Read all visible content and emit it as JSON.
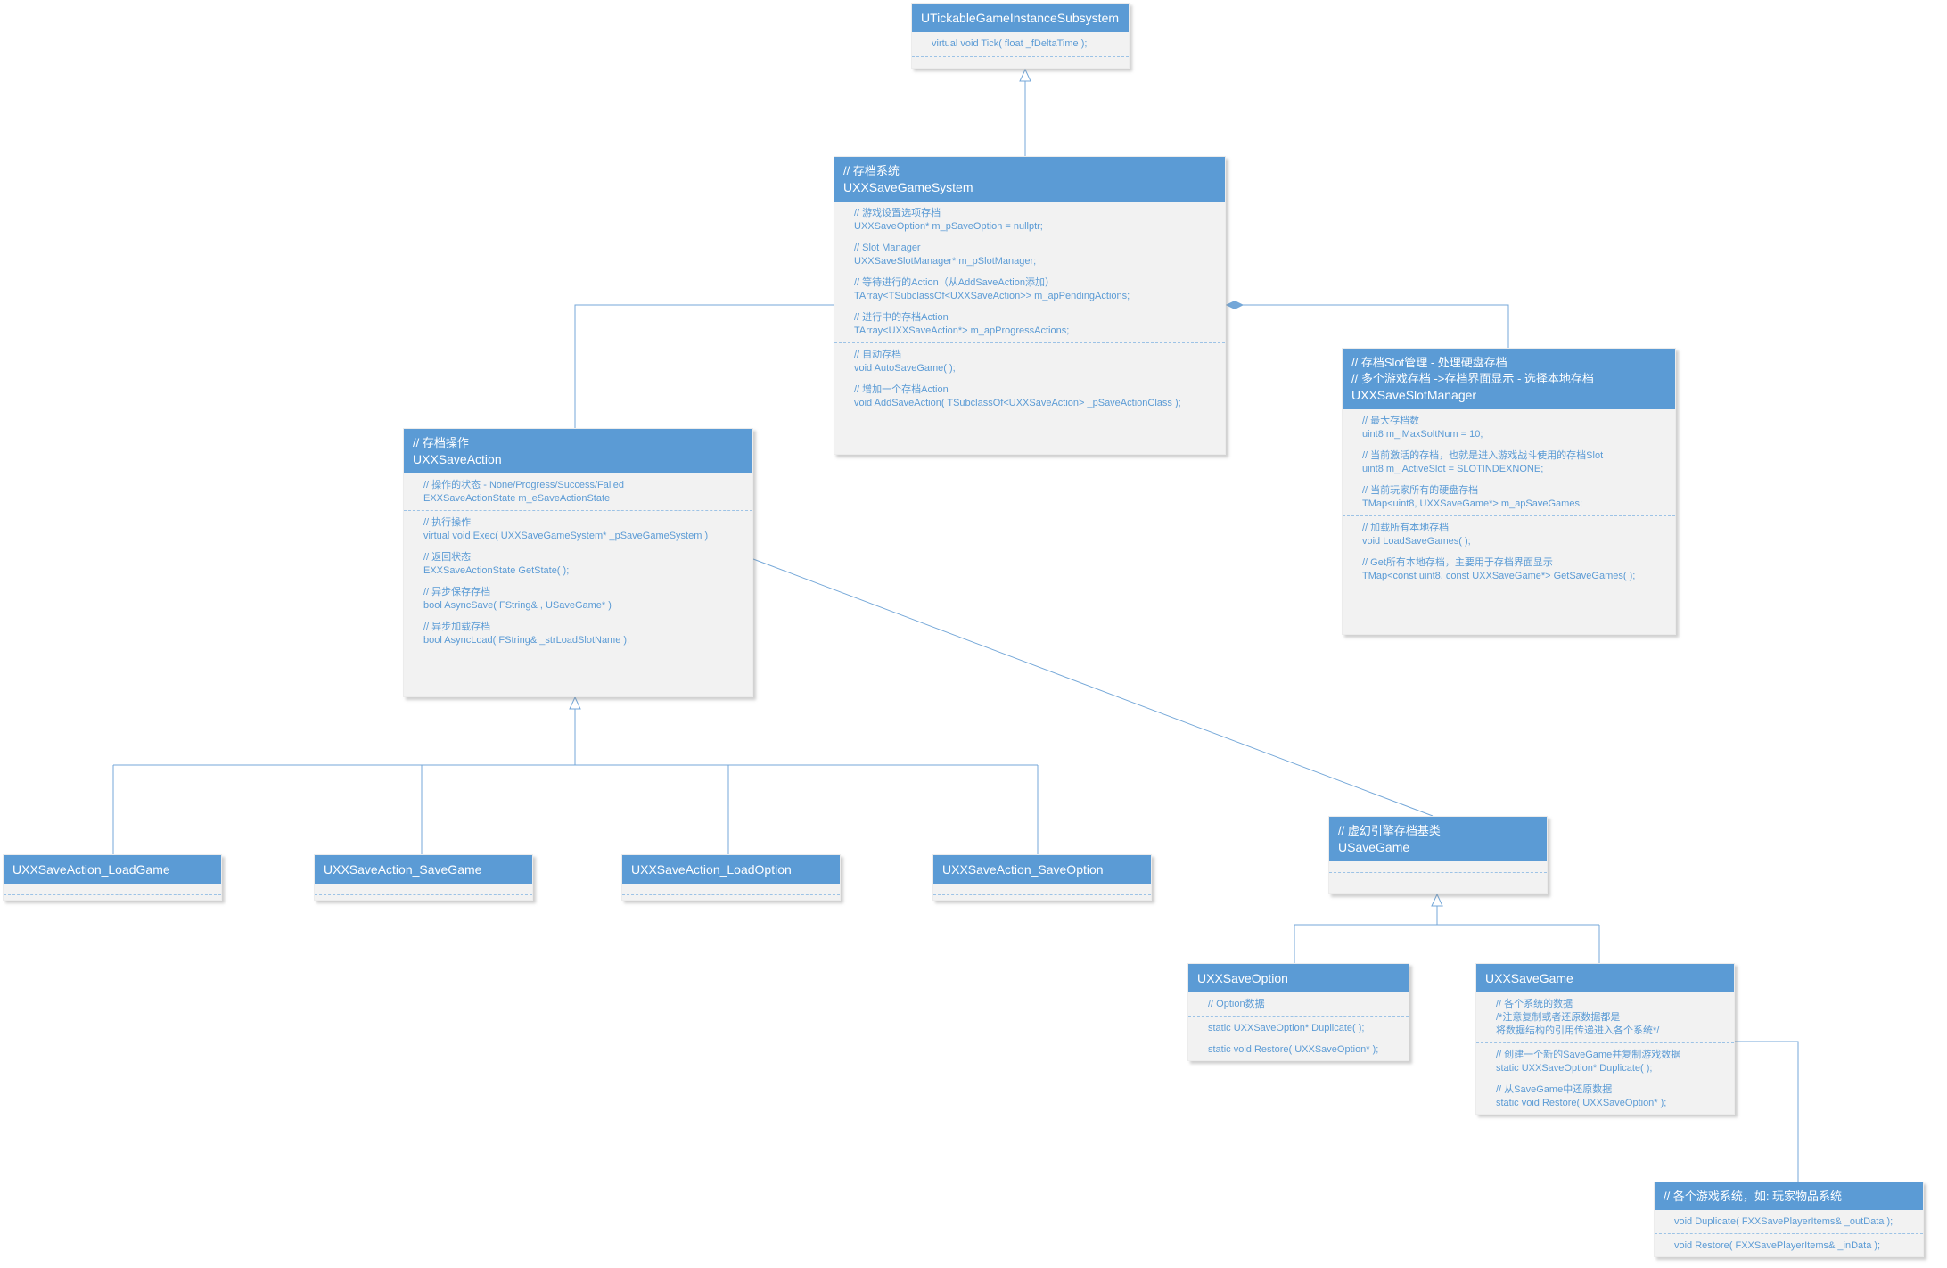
{
  "diagram": {
    "accent_color": "#5b9bd5",
    "body_background": "#f2f2f2",
    "line_color": "#74a7d8",
    "classes": [
      {
        "id": "utick",
        "header_comments": [],
        "name": "UTickableGameInstanceSubsystem",
        "sections": [
          [
            "virtual void Tick( float _fDeltaTime );"
          ]
        ],
        "empty_footer": 1
      },
      {
        "id": "savegamesystem",
        "header_comments": [
          "// 存档系统"
        ],
        "name": "UXXSaveGameSystem",
        "sections": [
          [
            "// 游戏设置选项存档",
            "UXXSaveOption* m_pSaveOption = nullptr;",
            "",
            "// Slot Manager",
            "UXXSaveSlotManager* m_pSlotManager;",
            "",
            "// 等待进行的Action（从AddSaveAction添加）",
            "TArray<TSubclassOf<UXXSaveAction>> m_apPendingActions;",
            "",
            "// 进行中的存档Action",
            "TArray<UXXSaveAction*> m_apProgressActions;"
          ],
          [
            "// 自动存档",
            "void AutoSaveGame( );",
            "",
            "// 增加一个存档Action",
            "void AddSaveAction( TSubclassOf<UXXSaveAction> _pSaveActionClass );"
          ]
        ],
        "empty_footer": 0
      },
      {
        "id": "slotmanager",
        "header_comments": [
          "// 存档Slot管理 - 处理硬盘存档",
          "// 多个游戏存档 ->存档界面显示 - 选择本地存档"
        ],
        "name": "UXXSaveSlotManager",
        "sections": [
          [
            "// 最大存档数",
            "uint8 m_iMaxSoltNum = 10;",
            "",
            "// 当前激活的存档，也就是进入游戏战斗使用的存档Slot",
            "uint8 m_iActiveSlot = SLOTINDEXNONE;",
            "",
            "// 当前玩家所有的硬盘存档",
            "TMap<uint8, UXXSaveGame*> m_apSaveGames;"
          ],
          [
            "// 加载所有本地存档",
            "void LoadSaveGames( );",
            "",
            "// Get所有本地存档，主要用于存档界面显示",
            "TMap<const uint8, const UXXSaveGame*> GetSaveGames( );"
          ]
        ],
        "empty_footer": 0
      },
      {
        "id": "saveaction",
        "header_comments": [
          "// 存档操作"
        ],
        "name": "UXXSaveAction",
        "sections": [
          [
            "// 操作的状态 - None/Progress/Success/Failed",
            "EXXSaveActionState m_eSaveActionState"
          ],
          [
            "// 执行操作",
            "virtual void Exec( UXXSaveGameSystem* _pSaveGameSystem )",
            "",
            "// 返回状态",
            "EXXSaveActionState GetState( );",
            "",
            "// 异步保存存档",
            "bool AsyncSave( FString& , USaveGame* )",
            "",
            "// 异步加载存档",
            "bool AsyncLoad( FString& _strLoadSlotName );"
          ]
        ],
        "empty_footer": 0
      },
      {
        "id": "action_loadgame",
        "header_comments": [],
        "name": "UXXSaveAction_LoadGame",
        "sections": [],
        "empty_footer": 2
      },
      {
        "id": "action_savegame",
        "header_comments": [],
        "name": "UXXSaveAction_SaveGame",
        "sections": [],
        "empty_footer": 2
      },
      {
        "id": "action_loadoption",
        "header_comments": [],
        "name": "UXXSaveAction_LoadOption",
        "sections": [],
        "empty_footer": 2
      },
      {
        "id": "action_saveoption",
        "header_comments": [],
        "name": "UXXSaveAction_SaveOption",
        "sections": [],
        "empty_footer": 2
      },
      {
        "id": "usavegame",
        "header_comments": [
          "// 虚幻引擎存档基类"
        ],
        "name": "USaveGame",
        "sections": [],
        "empty_footer": 1
      },
      {
        "id": "uxxsaveoption",
        "header_comments": [],
        "name": "UXXSaveOption",
        "sections": [
          [
            "// Option数据"
          ],
          [
            "static UXXSaveOption* Duplicate( );",
            "",
            "static void Restore( UXXSaveOption* );"
          ]
        ],
        "empty_footer": 0
      },
      {
        "id": "uxxsavegame",
        "header_comments": [],
        "name": "UXXSaveGame",
        "sections": [
          [
            "// 各个系统的数据",
            "/*注意复制或者还原数据都是",
            "将数据结构的引用传递进入各个系统*/"
          ],
          [
            "// 创建一个新的SaveGame并复制游戏数据",
            "static UXXSaveOption* Duplicate( );",
            "",
            "// 从SaveGame中还原数据",
            "static void Restore( UXXSaveOption* );"
          ]
        ],
        "empty_footer": 0
      },
      {
        "id": "gamesystems",
        "header_comments": [
          "// 各个游戏系统，如: 玩家物品系统"
        ],
        "name": "",
        "sections": [
          [
            "void Duplicate( FXXSavePlayerItems& _outData );"
          ],
          [
            "void Restore( FXXSavePlayerItems& _inData );"
          ]
        ],
        "empty_footer": 0
      }
    ],
    "relationships": [
      {
        "from": "UXXSaveGameSystem",
        "to": "UTickableGameInstanceSubsystem",
        "type": "inheritance"
      },
      {
        "from": "UXXSaveSlotManager",
        "to": "UXXSaveGameSystem",
        "type": "composition"
      },
      {
        "from": "UXXSaveAction",
        "to": "UXXSaveGameSystem",
        "type": "association"
      },
      {
        "from": "UXXSaveAction_LoadGame",
        "to": "UXXSaveAction",
        "type": "inheritance"
      },
      {
        "from": "UXXSaveAction_SaveGame",
        "to": "UXXSaveAction",
        "type": "inheritance"
      },
      {
        "from": "UXXSaveAction_LoadOption",
        "to": "UXXSaveAction",
        "type": "inheritance"
      },
      {
        "from": "UXXSaveAction_SaveOption",
        "to": "UXXSaveAction",
        "type": "inheritance"
      },
      {
        "from": "UXXSaveAction",
        "to": "USaveGame",
        "type": "association"
      },
      {
        "from": "UXXSaveOption",
        "to": "USaveGame",
        "type": "inheritance"
      },
      {
        "from": "UXXSaveGame",
        "to": "USaveGame",
        "type": "inheritance"
      },
      {
        "from": "UXXSaveGame",
        "to": "各个游戏系统",
        "type": "association"
      }
    ]
  }
}
